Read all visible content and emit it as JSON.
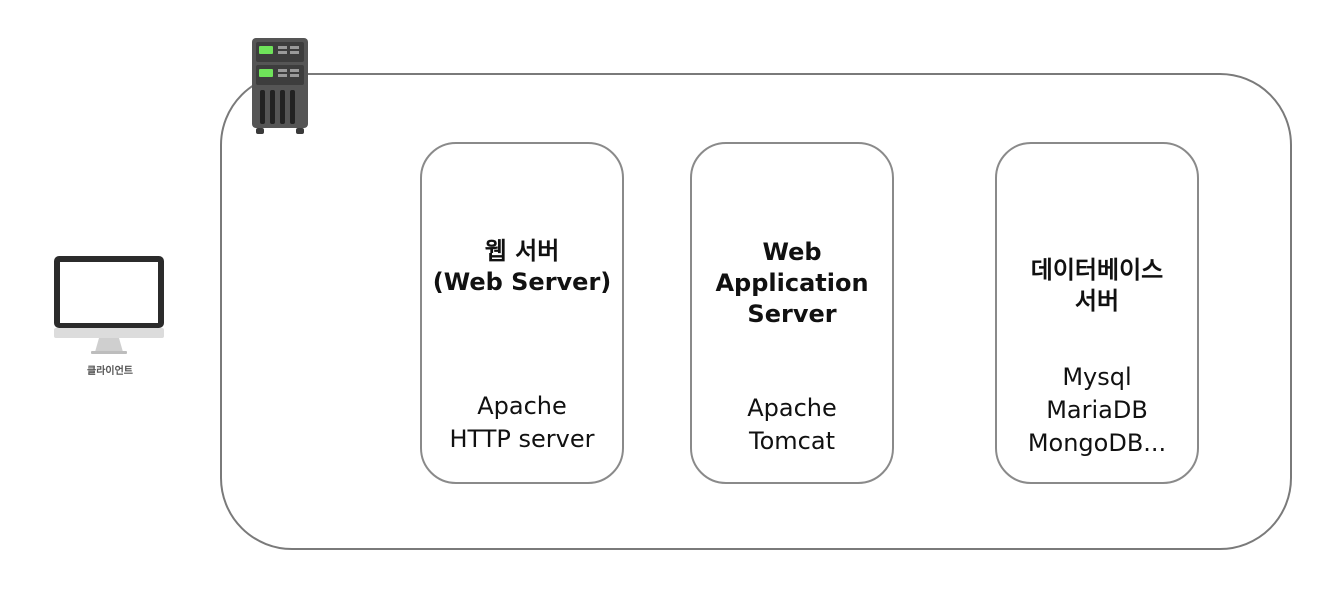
{
  "client": {
    "label": "클라이언트",
    "icon": "desktop-monitor-icon"
  },
  "server_icon": "server-tower-icon",
  "server_tiers": [
    {
      "title": "웹 서버\n(Web Server)",
      "examples": "Apache\nHTTP server"
    },
    {
      "title": "Web\nApplication\nServer",
      "examples": "Apache\nTomcat"
    },
    {
      "title": "데이터베이스\n서버",
      "examples": "Mysql\nMariaDB\nMongoDB..."
    }
  ],
  "colors": {
    "border": "#7a7a7a",
    "server_body": "#555555",
    "server_led": "#6fe35a",
    "monitor_frame": "#2b2b2b",
    "monitor_stand": "#cfcfcf"
  }
}
